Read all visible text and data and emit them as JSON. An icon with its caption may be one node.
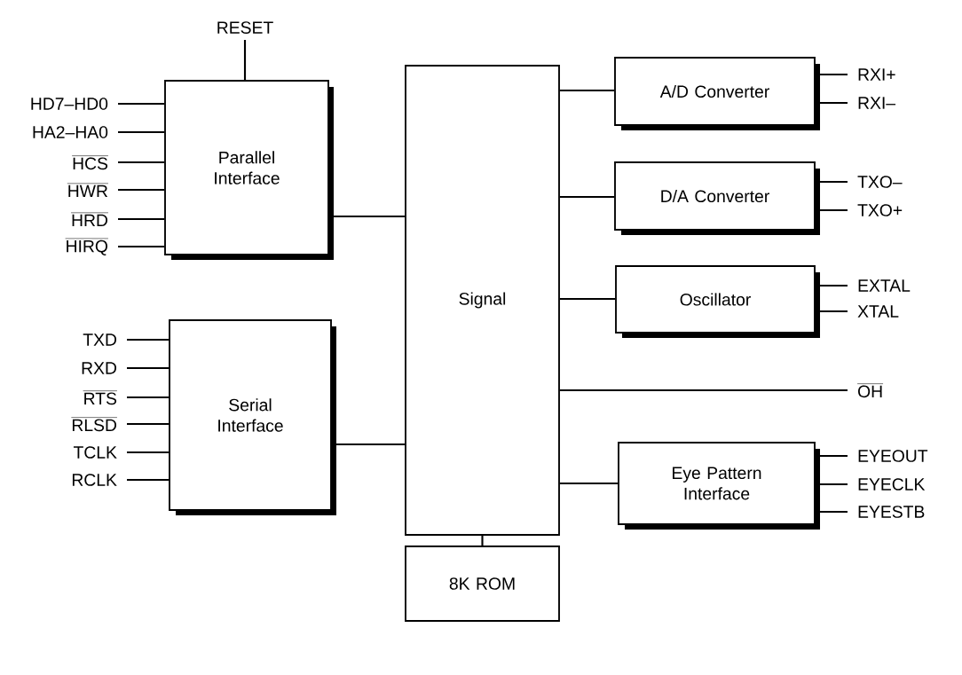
{
  "diagram": {
    "nodes": [
      {
        "text": [
          "RESET"
        ]
      },
      {
        "text": [
          "HD7–HD0"
        ]
      },
      {
        "text": [
          "HA2–HA0"
        ]
      },
      {
        "text": [
          "HCS"
        ]
      },
      {
        "text": [
          "HWR"
        ]
      },
      {
        "text": [
          "HRD"
        ]
      },
      {
        "text": [
          "HIRQ"
        ]
      },
      {
        "text": [
          "Parallel Interface"
        ]
      },
      {
        "text": [
          "Signal"
        ]
      },
      {
        "text": [
          "A/D Converter"
        ]
      },
      {
        "text": [
          "RXI+"
        ]
      },
      {
        "text": [
          "RXI–"
        ]
      },
      {
        "text": [
          "D/A Converter"
        ]
      },
      {
        "text": [
          "TXO–"
        ]
      },
      {
        "text": [
          "TXO+"
        ]
      },
      {
        "text": [
          "Oscillator"
        ]
      },
      {
        "text": [
          "EXTAL"
        ]
      },
      {
        "text": [
          "XTAL"
        ]
      },
      {
        "text": [
          "OH"
        ]
      },
      {
        "text": [
          "TXD"
        ]
      },
      {
        "text": [
          "RXD"
        ]
      },
      {
        "text": [
          "RTS"
        ]
      },
      {
        "text": [
          "RLSD"
        ]
      },
      {
        "text": [
          "TCLK"
        ]
      },
      {
        "text": [
          "RCLK"
        ]
      },
      {
        "text": [
          "Serial Interface"
        ]
      },
      {
        "text": [
          "Eye Pattern Interface"
        ]
      },
      {
        "text": [
          "EYEOUT"
        ]
      },
      {
        "text": [
          "EYECLK"
        ]
      },
      {
        "text": [
          "EYESTB"
        ]
      },
      {
        "text": [
          "8K ROM"
        ]
      }
    ],
    "edges": [
      {
        "from": 0,
        "to": 7,
        "arrow": "none"
      },
      {
        "from": 1,
        "to": 7,
        "arrow": "none"
      },
      {
        "from": 2,
        "to": 7,
        "arrow": "none"
      },
      {
        "from": 3,
        "to": 7,
        "arrow": "none"
      },
      {
        "from": 4,
        "to": 7,
        "arrow": "none"
      },
      {
        "from": 5,
        "to": 7,
        "arrow": "none"
      },
      {
        "from": 6,
        "to": 7,
        "arrow": "none"
      },
      {
        "from": 7,
        "to": 8,
        "arrow": "none"
      },
      {
        "from": 8,
        "to": 9,
        "arrow": "none"
      },
      {
        "from": 9,
        "to": 10,
        "arrow": "none"
      },
      {
        "from": 9,
        "to": 11,
        "arrow": "none"
      },
      {
        "from": 8,
        "to": 12,
        "arrow": "none"
      },
      {
        "from": 12,
        "to": 13,
        "arrow": "none"
      },
      {
        "from": 12,
        "to": 14,
        "arrow": "none"
      },
      {
        "from": 8,
        "to": 15,
        "arrow": "none"
      },
      {
        "from": 15,
        "to": 16,
        "arrow": "none"
      },
      {
        "from": 15,
        "to": 17,
        "arrow": "none"
      },
      {
        "from": 8,
        "to": 18,
        "arrow": "none"
      },
      {
        "from": 19,
        "to": 25,
        "arrow": "none"
      },
      {
        "from": 20,
        "to": 25,
        "arrow": "none"
      },
      {
        "from": 21,
        "to": 25,
        "arrow": "none"
      },
      {
        "from": 22,
        "to": 25,
        "arrow": "none"
      },
      {
        "from": 23,
        "to": 25,
        "arrow": "none"
      },
      {
        "from": 24,
        "to": 25,
        "arrow": "none"
      },
      {
        "from": 25,
        "to": 8,
        "arrow": "none"
      },
      {
        "from": 8,
        "to": 26,
        "arrow": "none"
      },
      {
        "from": 26,
        "to": 27,
        "arrow": "none"
      },
      {
        "from": 26,
        "to": 28,
        "arrow": "none"
      },
      {
        "from": 26,
        "to": 29,
        "arrow": "none"
      },
      {
        "from": 8,
        "to": 30,
        "arrow": "none"
      }
    ]
  }
}
